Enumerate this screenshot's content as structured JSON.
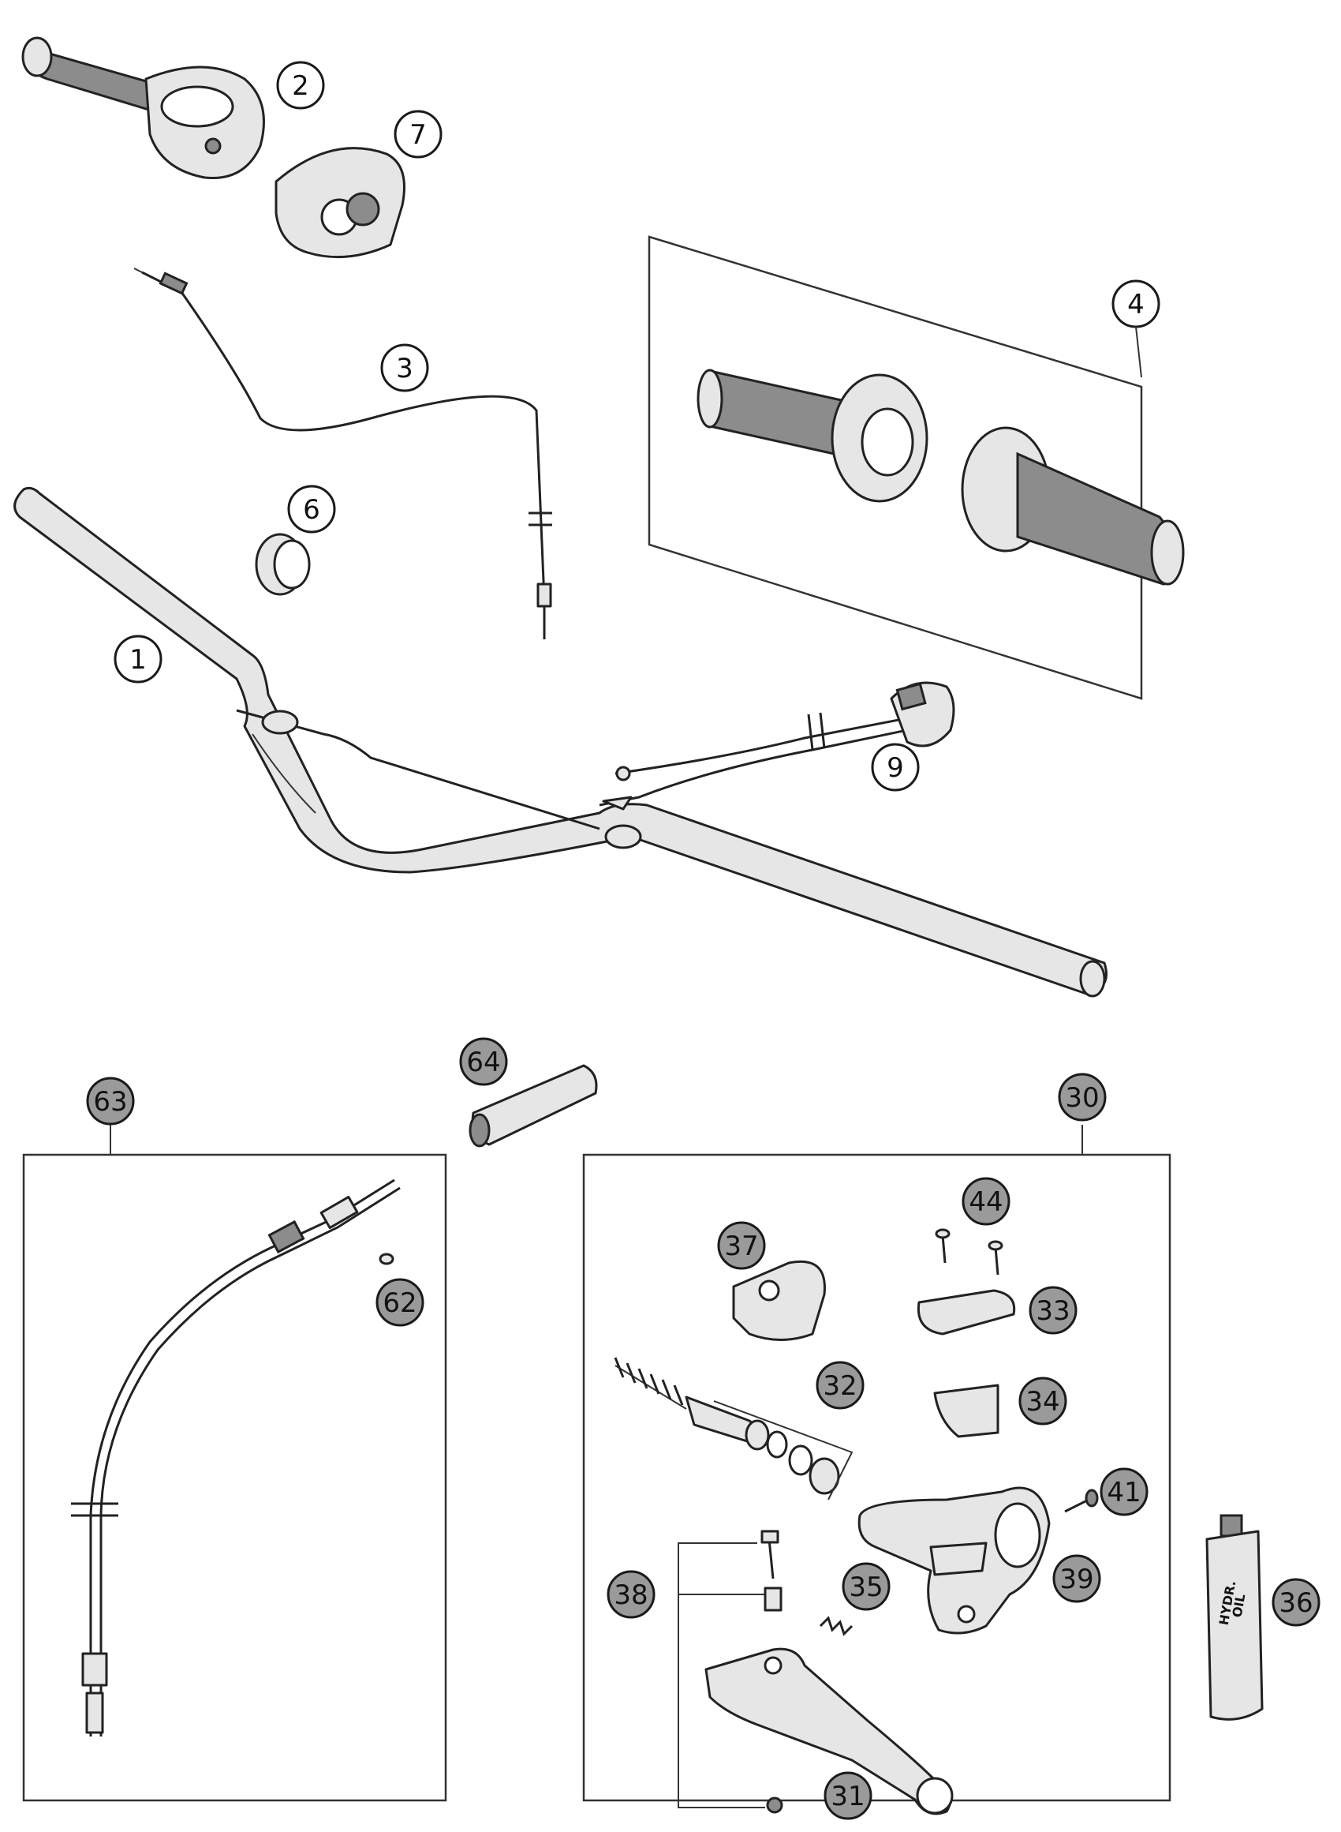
{
  "callouts": [
    {
      "label": "1",
      "style": "plain"
    },
    {
      "label": "2",
      "style": "plain"
    },
    {
      "label": "3",
      "style": "plain"
    },
    {
      "label": "4",
      "style": "plain"
    },
    {
      "label": "6",
      "style": "plain"
    },
    {
      "label": "7",
      "style": "plain"
    },
    {
      "label": "9",
      "style": "plain"
    },
    {
      "label": "30",
      "style": "shaded"
    },
    {
      "label": "31",
      "style": "shaded"
    },
    {
      "label": "32",
      "style": "shaded"
    },
    {
      "label": "33",
      "style": "shaded"
    },
    {
      "label": "34",
      "style": "shaded"
    },
    {
      "label": "35",
      "style": "shaded"
    },
    {
      "label": "36",
      "style": "shaded"
    },
    {
      "label": "37",
      "style": "shaded"
    },
    {
      "label": "38",
      "style": "shaded"
    },
    {
      "label": "39",
      "style": "shaded"
    },
    {
      "label": "41",
      "style": "shaded"
    },
    {
      "label": "44",
      "style": "shaded"
    },
    {
      "label": "62",
      "style": "shaded"
    },
    {
      "label": "63",
      "style": "shaded"
    },
    {
      "label": "64",
      "style": "shaded"
    }
  ],
  "bottle_label": {
    "line1": "HYDR.",
    "line2": "OIL"
  }
}
